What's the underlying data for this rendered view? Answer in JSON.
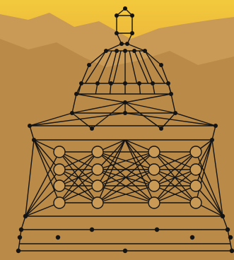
{
  "palette": {
    "sky_top": "#f2c93c",
    "sky_bottom": "#e8a23a",
    "far_mountains": "#c99a55",
    "near_mountains": "#b98a48",
    "stroke": "#141414",
    "node_fill": "#141414",
    "neuron_fill": "#c99a55"
  },
  "neural_network": {
    "layers": 4,
    "neurons_per_layer": 4
  },
  "icons": [
    "temple-dome-icon",
    "neural-network-icon",
    "mountain-landscape"
  ]
}
